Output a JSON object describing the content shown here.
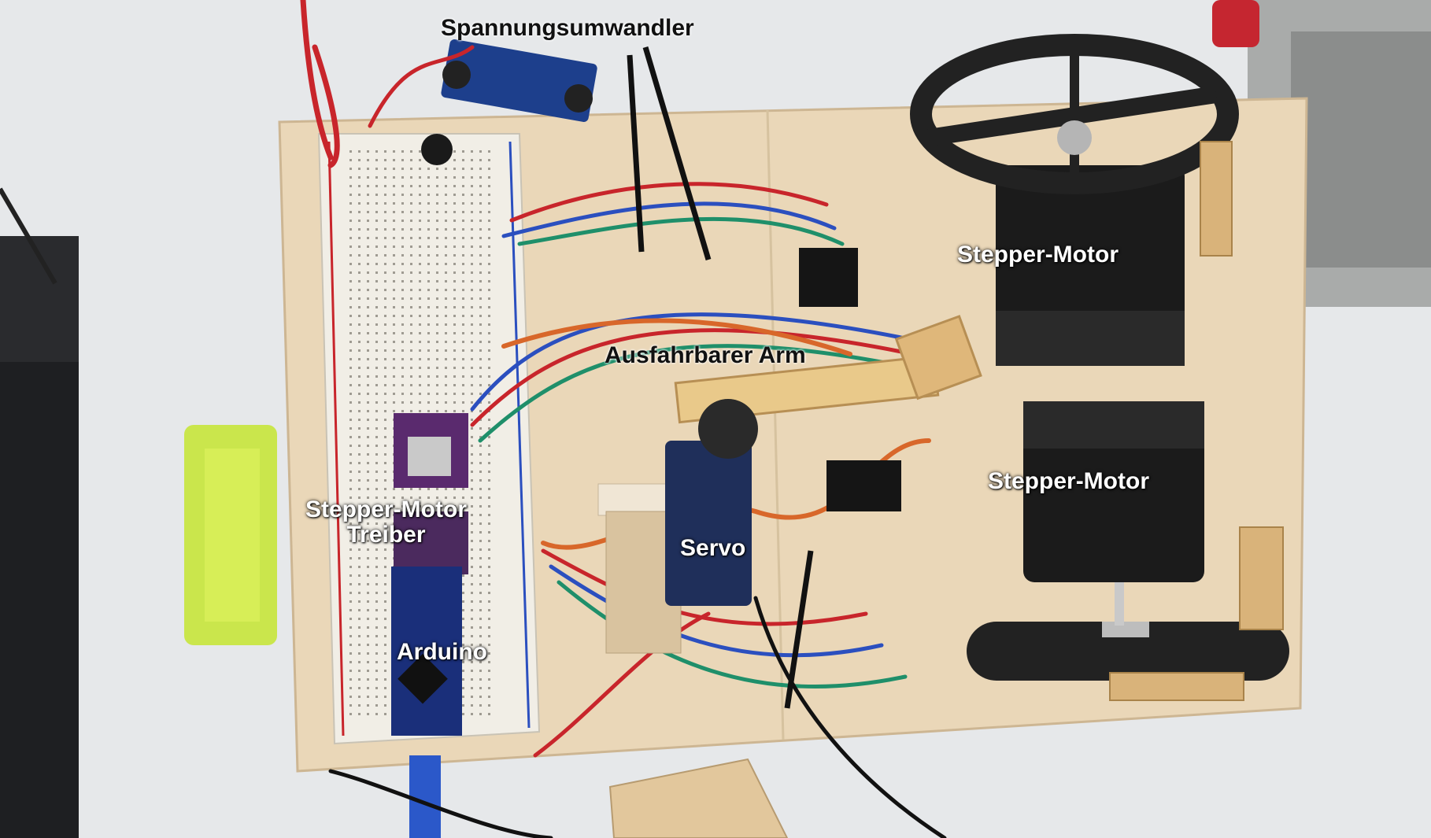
{
  "labels": {
    "voltage_converter": "Spannungsumwandler",
    "stepper_motor_top": "Stepper-Motor",
    "extendable_arm": "Ausfahrbarer Arm",
    "stepper_motor_bottom": "Stepper-Motor",
    "stepper_driver_line1": "Stepper-Motor",
    "stepper_driver_line2": "Treiber",
    "servo": "Servo",
    "arduino": "Arduino"
  },
  "colors": {
    "background": "#e6e8ea",
    "wood_board": "#ead7b8",
    "breadboard": "#f1eee6",
    "motor_body": "#1b1b1b",
    "wheel_tire": "#222222",
    "arduino_board": "#1a2f7a",
    "driver_board": "#5a2a6e",
    "wire_red": "#c8252b",
    "wire_blue": "#2b4fbf",
    "wire_green": "#1f8f6a",
    "wire_orange": "#d8672a"
  }
}
